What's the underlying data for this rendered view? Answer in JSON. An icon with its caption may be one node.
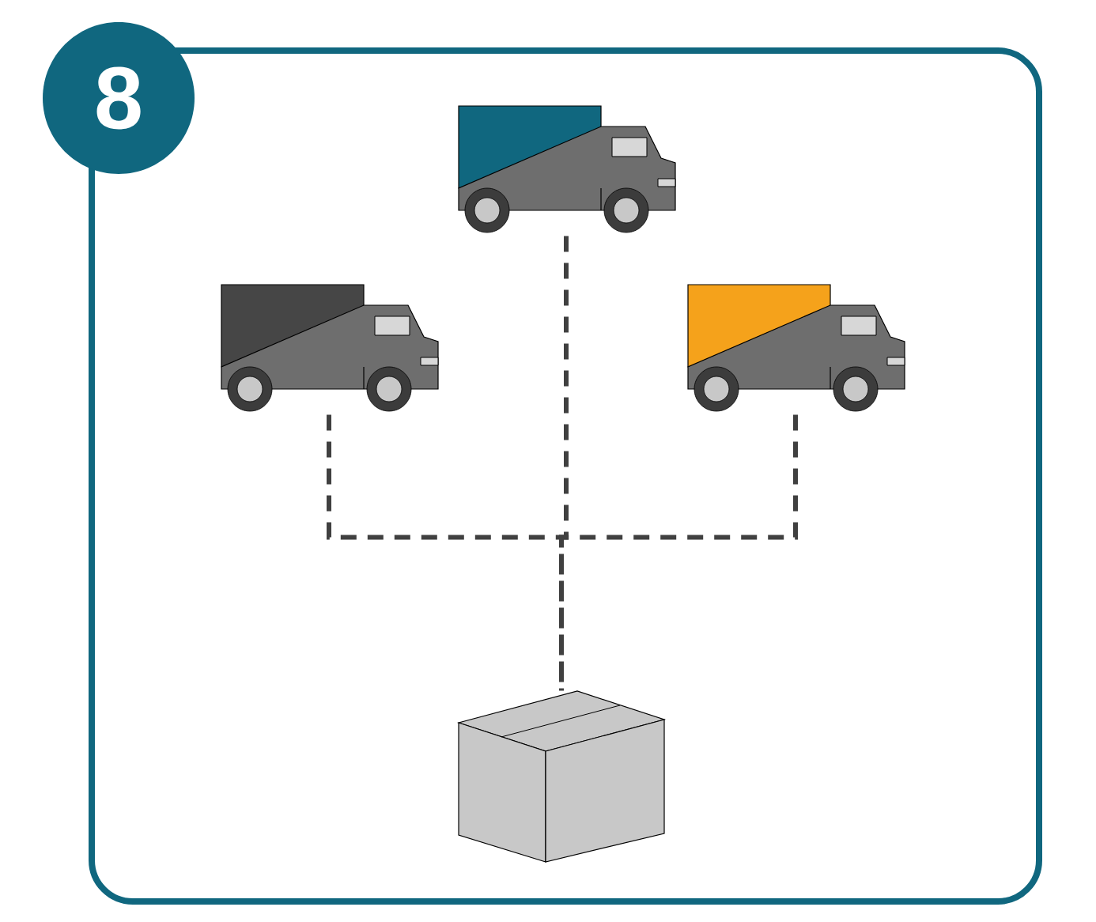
{
  "diagram": {
    "nodes": [
      {
        "text": [
          "8"
        ]
      },
      {
        "text": [],
        "shape": "truck"
      },
      {
        "text": [],
        "shape": "truck"
      },
      {
        "text": [],
        "shape": "truck"
      },
      {
        "text": [],
        "shape": "box"
      }
    ],
    "edges": [
      {
        "from": 1,
        "to": 4,
        "arrow": "none",
        "style": "dashed"
      },
      {
        "from": 2,
        "to": 4,
        "arrow": "none",
        "style": "dashed"
      },
      {
        "from": 3,
        "to": 4,
        "arrow": "none",
        "style": "dashed"
      }
    ]
  }
}
